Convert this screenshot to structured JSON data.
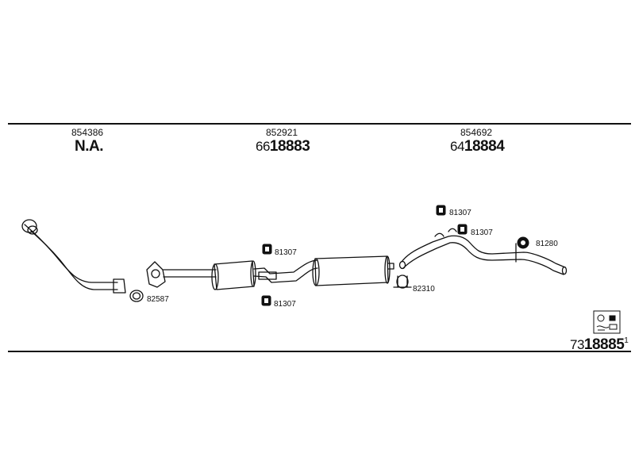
{
  "header": {
    "columns": [
      {
        "part_no": "854386",
        "ref": "N.A."
      },
      {
        "part_no": "852921",
        "ref_prefix": "66",
        "ref_main": "18883"
      },
      {
        "part_no": "854692",
        "ref_prefix": "64",
        "ref_main": "18884"
      }
    ]
  },
  "components": {
    "clamp_82587": "82587",
    "bracket_81307_top": "81307",
    "bracket_81307_bottom": "81307",
    "clamp_82310": "82310",
    "bracket_81307_a": "81307",
    "bracket_81307_b": "81307",
    "ring_81280": "81280"
  },
  "footer": {
    "ref_prefix": "73",
    "ref_main": "18885",
    "ref_suffix": "1",
    "icon": "fitting-kit-icon"
  },
  "colors": {
    "line": "#111111",
    "fill": "#ffffff"
  }
}
